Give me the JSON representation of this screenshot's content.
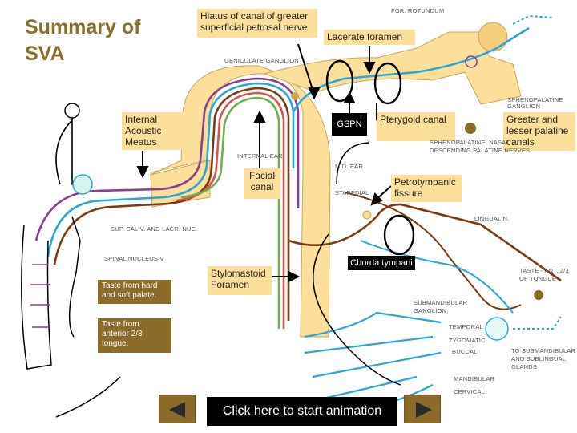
{
  "title": "Summary of SVA",
  "callouts": {
    "hiatus": "Hiatus of canal of greater superficial petrosal nerve",
    "lacerate": "Lacerate foramen",
    "internal_meatus": "Internal Acoustic Meatus",
    "gspn": "GSPN",
    "pterygoid": "Pterygoid canal",
    "palatine_canals": "Greater and lesser palatine canals",
    "facial_canal": "Facial canal",
    "petrotympanic": "Petrotympanic fissure",
    "chorda": "Chorda tympani",
    "stylomastoid": "Stylomastoid Foramen",
    "taste_palate": "Taste from hard and soft palate.",
    "taste_tongue": "Taste from anterior 2/3 tongue."
  },
  "labels": {
    "for_rotundum": "FOR. ROTUNDUM",
    "geniculate": "GENICULATE GANGLION",
    "sphenopalatine_ganglion": "SPHENOPALATINE GANGLION",
    "sphenopalatine_nasal": "SPHENOPALATINE, NASAL",
    "descending_palatine": "DESCENDING PALATINE NERVES.",
    "internal_ear": "INTERNAL EAR",
    "mid_ear": "MID. EAR",
    "stapedial": "STAPEDIAL",
    "lingual": "LINGUAL N.",
    "sup_saliv": "SUP. SALIV. AND LACR. NUC.",
    "spinal_nucleus": "SPINAL NUCLEUS V",
    "taste_ant_1": "TASTE - ANT. 2/3",
    "taste_ant_2": "OF TONGUE",
    "submand_1": "SUBMANDIBULAR",
    "submand_2": "GANGLION",
    "temporal": "TEMPORAL",
    "zygomatic": "ZYGOMATIC",
    "buccal": "BUCCAL",
    "to_submand_1": "TO SUBMANDIBULAR",
    "to_submand_2": "AND SUBLINGUAL",
    "to_submand_3": "GLANDS",
    "mandibular": "MANDIBULAR",
    "cervical": "CERVICAL"
  },
  "controls": {
    "start": "Click here to start animation"
  },
  "colors": {
    "bone": "#fbdf9b",
    "callout_dark": "#8c6a2a",
    "nerve_purple": "#8a3e8e",
    "nerve_blue": "#2aa5d6",
    "nerve_brown": "#7a3c14",
    "nerve_red": "#d9534f",
    "nerve_green": "#6ab04c"
  }
}
